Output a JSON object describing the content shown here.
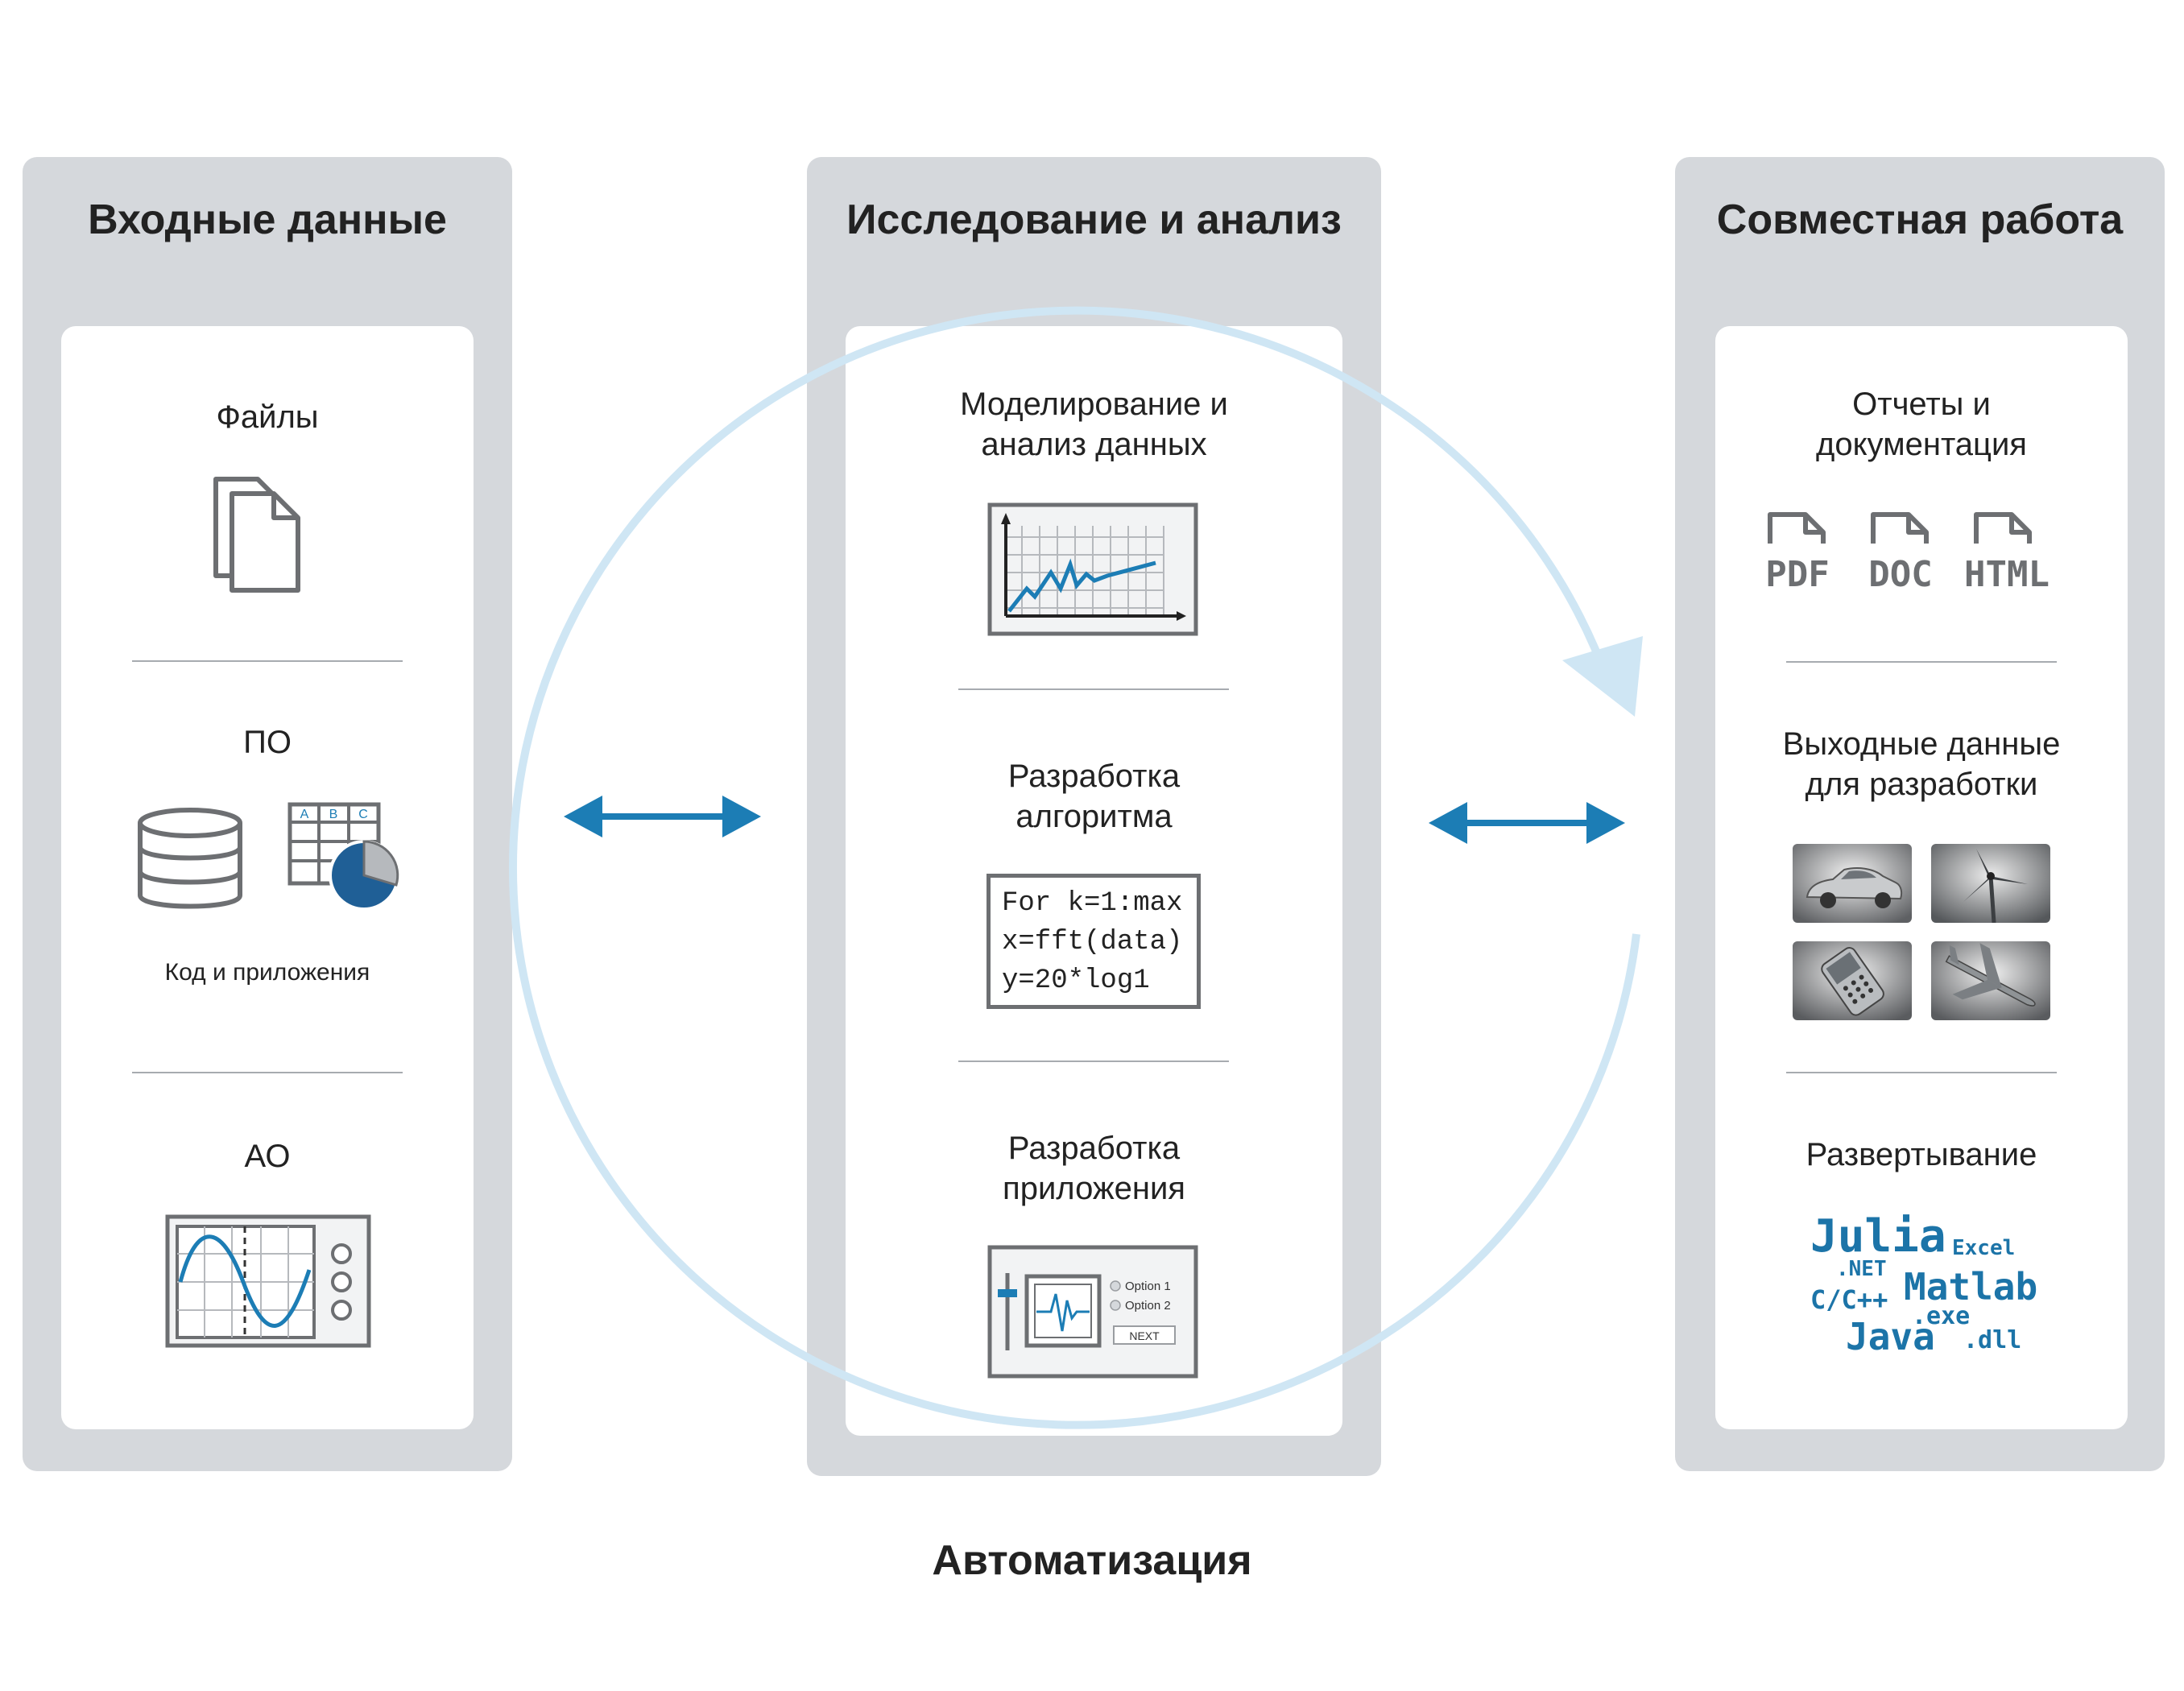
{
  "panels": {
    "input": {
      "title": "Входные данные",
      "files_label": "Файлы",
      "software_label": "ПО",
      "software_caption": "Код и приложения",
      "spreadsheet_cols": [
        "A",
        "B",
        "C"
      ],
      "hardware_label": "АО"
    },
    "analysis": {
      "title": "Исследование и анализ",
      "modeling_label": "Моделирование и\nанализ данных",
      "algorithm_label": "Разработка\nалгоритма",
      "code_lines": [
        "For k=1:max",
        "x=fft(data)",
        "y=20*log1"
      ],
      "app_label": "Разработка\nприложения",
      "app_option1": "Option 1",
      "app_option2": "Option 2",
      "app_next": "NEXT"
    },
    "collab": {
      "title": "Совместная работа",
      "reports_label": "Отчеты и\nдокументация",
      "doc_formats": [
        "PDF",
        "DOC",
        "HTML"
      ],
      "outputs_label": "Выходные данные\nдля разработки",
      "deploy_label": "Развертывание",
      "deploy_words": [
        "Julia",
        "Excel",
        ".NET",
        "C/C++",
        "Matlab",
        ".exe",
        "Java",
        ".dll"
      ]
    }
  },
  "footer": {
    "automation_label": "Автоматизация"
  },
  "colors": {
    "accent_blue": "#1c7db5",
    "cycle_blue": "#cfe6f4",
    "panel_gray": "#d5d8dc",
    "icon_gray": "#6d6f72"
  }
}
